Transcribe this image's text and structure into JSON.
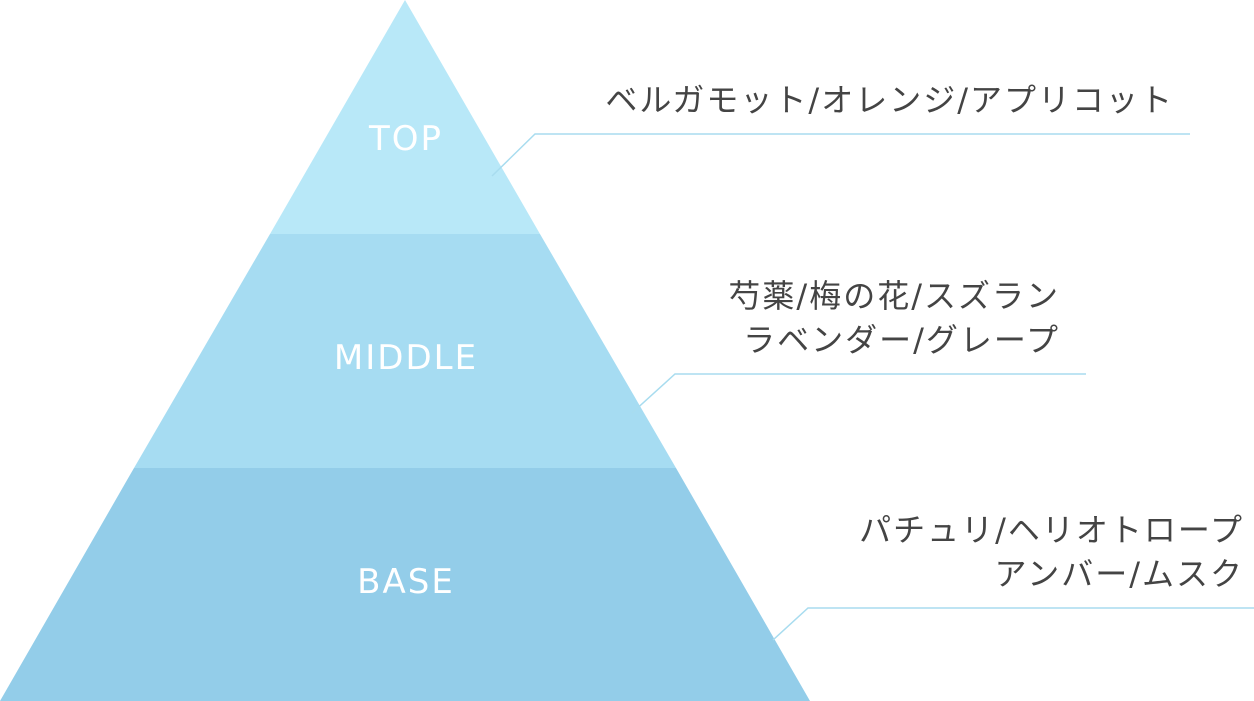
{
  "colors": {
    "top": "#b8e8f8",
    "middle": "#a6dcf2",
    "base": "#93cde9",
    "leader": "#a8dcef",
    "text": "#444444"
  },
  "pyramid": {
    "top": {
      "label": "TOP",
      "notes": [
        "ベルガモット/オレンジ/アプリコット"
      ]
    },
    "middle": {
      "label": "MIDDLE",
      "notes": [
        "芍薬/梅の花/スズラン",
        "ラベンダー/グレープ"
      ]
    },
    "base": {
      "label": "BASE",
      "notes": [
        "パチュリ/ヘリオトロープ",
        "アンバー/ムスク"
      ]
    }
  }
}
